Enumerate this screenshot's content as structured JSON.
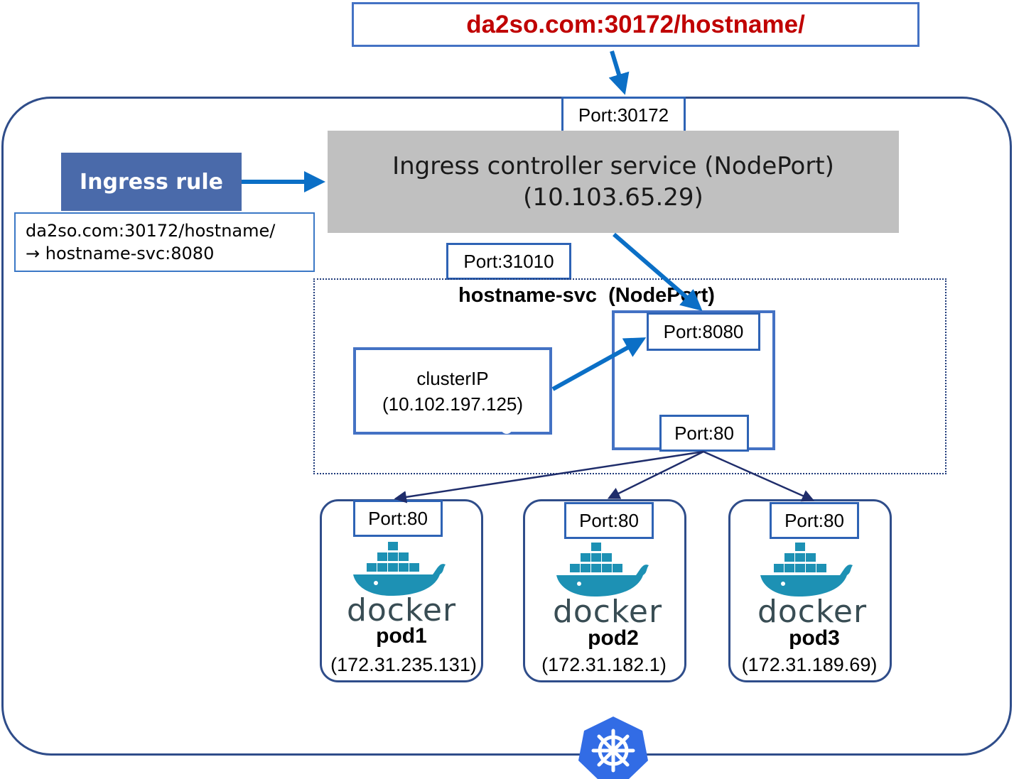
{
  "url": "da2so.com:30172/hostname/",
  "ingress_port": "Port:30172",
  "ingress_controller": {
    "line1": "Ingress controller service (NodePort)",
    "line2": "(10.103.65.29)"
  },
  "ingress_rule": {
    "label": "Ingress rule",
    "rule_line1": "da2so.com:30172/hostname/",
    "rule_line2": "→ hostname-svc:8080"
  },
  "svc": {
    "title": "hostname-svc  (NodePort)",
    "node_port": "Port:31010",
    "port": "Port:8080",
    "target_port": "Port:80",
    "cluster_ip_label": "clusterIP",
    "cluster_ip_value": "(10.102.197.125)"
  },
  "pods": [
    {
      "name": "pod1",
      "ip": "(172.31.235.131)",
      "port": "Port:80",
      "logo_text": "docker"
    },
    {
      "name": "pod2",
      "ip": "(172.31.182.1)",
      "port": "Port:80",
      "logo_text": "docker"
    },
    {
      "name": "pod3",
      "ip": "(172.31.189.69)",
      "port": "Port:80",
      "logo_text": "docker"
    }
  ],
  "colors": {
    "arrow": "#0b6fc6",
    "dark_arrow": "#1f2d6b",
    "url_text": "#c00000",
    "k8s_blue": "#326ce5",
    "docker_blue": "#1d91b4"
  },
  "icons": [
    "kubernetes-icon",
    "docker-whale-icon"
  ]
}
